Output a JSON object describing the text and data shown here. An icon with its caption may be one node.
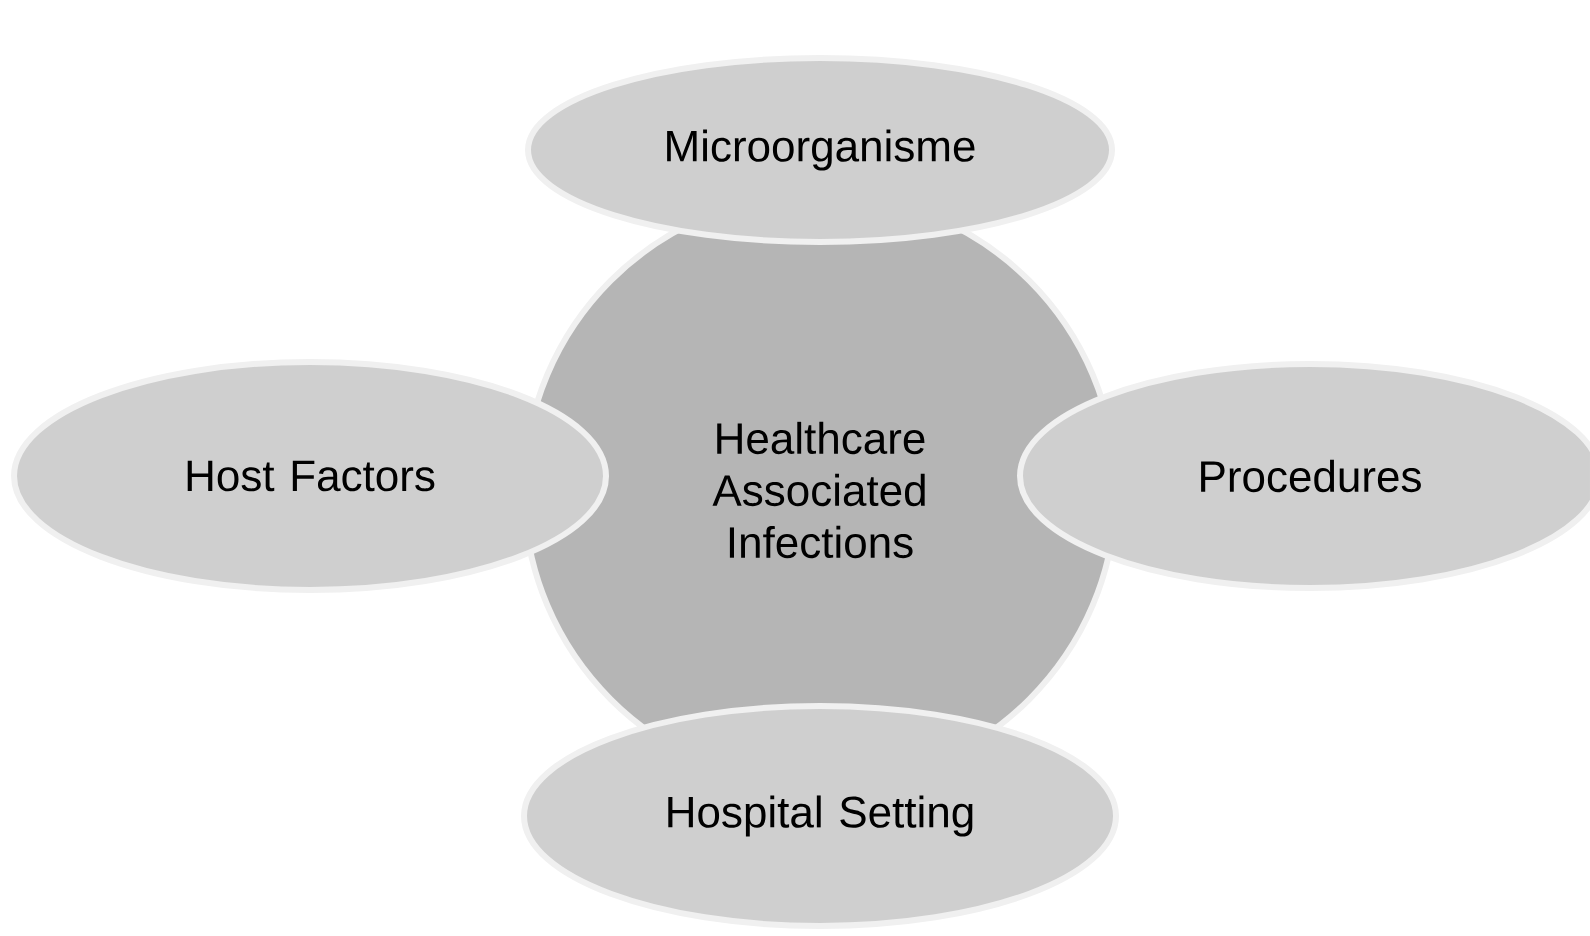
{
  "diagram": {
    "nodes": [
      {
        "text": [
          "Microorganisme"
        ]
      },
      {
        "text": [
          "Host Factors"
        ]
      },
      {
        "text": [
          "Healthcare Associated Infections"
        ]
      },
      {
        "text": [
          "Procedures"
        ]
      },
      {
        "text": [
          "Hospital Setting"
        ]
      }
    ]
  }
}
